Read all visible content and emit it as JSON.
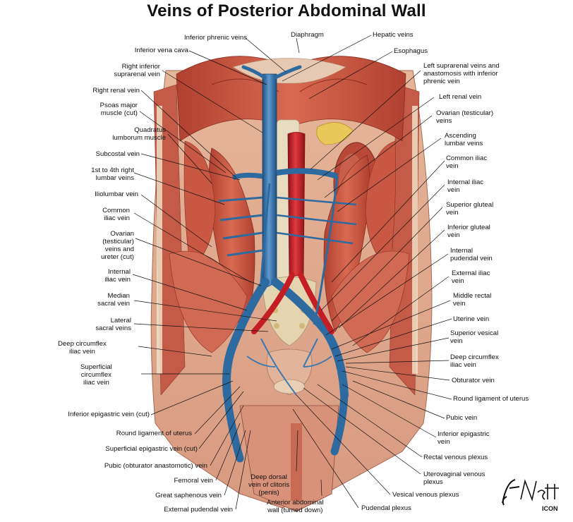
{
  "title": "Veins of Posterior Abdominal Wall",
  "labels": {
    "inferior_phrenic_veins": "Inferior phrenic veins",
    "inferior_vena_cava": "Inferior vena cava",
    "right_inferior_suprarenal_vein": "Right inferior\nsuprarenal vein",
    "right_renal_vein": "Right renal vein",
    "psoas_major": "Psoas major\nmuscle (cut)",
    "quadratus_lumborum": "Quadratus\nlumborum muscle",
    "subcostal_vein": "Subcostal vein",
    "right_lumbar_veins": "1st to 4th right\nlumbar veins",
    "iliolumbar_vein": "Iliolumbar vein",
    "common_iliac_vein_l": "Common\niliac vein",
    "ovarian_cut": "Ovarian\n(testicular)\nveins and\nureter (cut)",
    "internal_iliac_vein_l": "Internal\niliac vein",
    "median_sacral_vein": "Median\nsacral vein",
    "lateral_sacral_veins": "Lateral\nsacral veins",
    "deep_circumflex_l": "Deep circumflex\niliac vein",
    "superficial_circumflex": "Superficial\ncircumflex\niliac vein",
    "inferior_epigastric_cut": "Inferior epigastric vein (cut)",
    "round_ligament_l": "Round ligament of uterus",
    "superficial_epigastric_cut": "Superficial epigastric vein (cut)",
    "pubic_obturator": "Pubic (obturator anastomotic) vein",
    "femoral_vein": "Femoral vein",
    "great_saphenous": "Great saphenous vein",
    "external_pudendal": "External pudendal vein",
    "diaphragm": "Diaphragm",
    "hepatic_veins": "Hepatic veins",
    "esophagus": "Esophagus",
    "left_suprarenal": "Left suprarenal veins and\nanastomosis with inferior\nphrenic vein",
    "left_renal_vein": "Left renal vein",
    "ovarian_veins_r": "Ovarian (testicular)\nveins",
    "ascending_lumbar": "Ascending\nlumbar veins",
    "common_iliac_vein_r": "Common iliac\nvein",
    "internal_iliac_vein_r": "Internal iliac\nvein",
    "superior_gluteal": "Superior gluteal\nvein",
    "inferior_gluteal": "Inferior gluteal\nvein",
    "internal_pudendal": "Internal\npudendal vein",
    "external_iliac": "External iliac\nvein",
    "middle_rectal": "Middle rectal\nvein",
    "uterine_vein": "Uterine vein",
    "superior_vesical": "Superior vesical\nvein",
    "deep_circumflex_r": "Deep circumflex\niliac vein",
    "obturator_vein": "Obturator vein",
    "round_ligament_r": "Round ligament of uterus",
    "pubic_vein": "Pubic vein",
    "inferior_epigastric_r": "Inferior epigastric\nvein",
    "rectal_plexus": "Rectal venous plexus",
    "uterovaginal_plexus": "Uterovaginal venous\nplexus",
    "vesical_plexus": "Vesical venous plexus",
    "pudendal_plexus": "Pudendal plexus",
    "deep_dorsal_vein": "Deep dorsal\nvein of clitoris\n(penis)",
    "anterior_abdominal_wall": "Anterior abdominal\nwall (turned down)"
  },
  "signature": "F. Netter M.D.",
  "publisher_mark": "ICON",
  "colors": {
    "muscle": "#c8503c",
    "muscle_light": "#e08a70",
    "vein": "#2d6aa0",
    "vein_light": "#4f8fc4",
    "artery": "#c41e24",
    "bone": "#e8dcc0",
    "fat": "#e9c85a",
    "skin": "#e8c0a8"
  }
}
